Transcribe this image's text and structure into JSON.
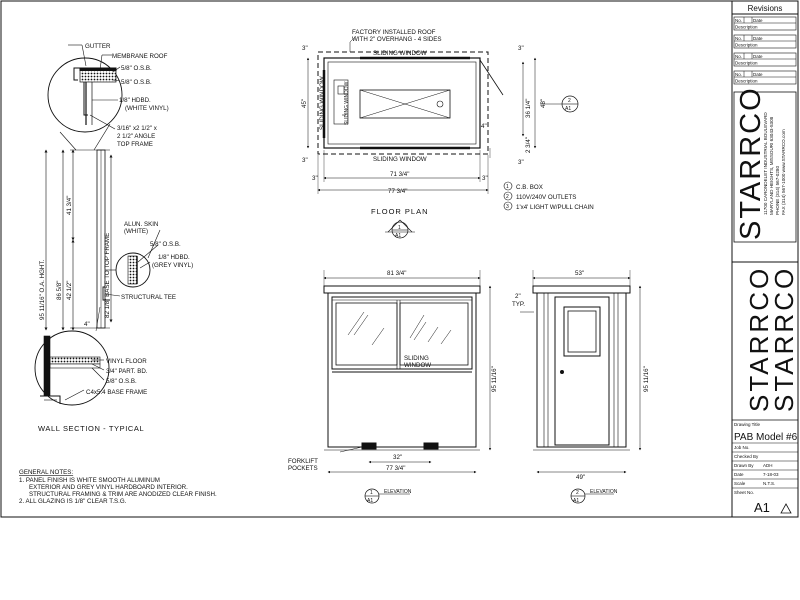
{
  "title_block": {
    "revisions_header": "Revisions",
    "rev_label_no": "No.",
    "rev_label_date": "Date",
    "rev_label_desc": "Description",
    "company_name": "STARRCO",
    "company_address": [
      "11700 CARONDELET INDUSTRIAL BOULEVARD",
      "MARYLAND HEIGHTS, MISSOURI 63043-5308",
      "PHONE (314) 567-0280",
      "FAX (314) 567-1000  www.STARRCO.com"
    ],
    "company_name_2": "STARRCO",
    "drawing_title_label": "Drawing Title",
    "drawing_title": "PAB Model #6",
    "job_no_label": "Job No.",
    "checked_by_label": "Checked By",
    "drawn_by_label": "Drawn By",
    "drawn_by": "ADH",
    "date_label": "Date",
    "date": "7-18-03",
    "scale_label": "Scale",
    "scale": "N.T.S.",
    "sheet_no_label": "Sheet No.",
    "sheet_no": "A1"
  },
  "wall_section": {
    "callouts": [
      "GUTTER",
      "MEMBRANE ROOF",
      "5/8\" O.S.B.",
      "5/8\" O.S.B.",
      "1/8\" HDBD.",
      "(WHITE VINYL)",
      "3/16\" x2 1/2\" x",
      "2 1/2\" ANGLE",
      "TOP FRAME",
      "ALUN. SKIN",
      "(WHITE)",
      "5/8\" O.S.B.",
      "1/8\" HDBD.",
      "(GREY VINYL)",
      "STRUCTURAL TEE",
      "VINYL FLOOR",
      "3/4\" PART. BD.",
      "5/8\" O.S.B.",
      "C4x5.4 BASE FRAME"
    ],
    "dims": [
      "95 11/16\" O.A. HGHT.",
      "86 5/8\"",
      "41 3/4\"",
      "42 1/2\"",
      "82 1/8\" BASE TO TOP FRAME",
      "4\""
    ],
    "title": "WALL SECTION - TYPICAL"
  },
  "floor_plan": {
    "roof_note": [
      "FACTORY INSTALLED ROOF",
      "WITH 2\" OVERHANG - 4 SIDES"
    ],
    "window_labels": [
      "SLIDING WINDOW",
      "SLIDING WINDOW",
      "SLIDING WINDOW",
      "SLIDING WINDOW"
    ],
    "dims": [
      "3\"",
      "3\"",
      "45\"",
      "48\"",
      "36 1/4\"",
      "4\"",
      "2 3/4\"",
      "3\"",
      "3\"",
      "71 3/4\"",
      "3\"",
      "77 3/4\"",
      "3\""
    ],
    "legend": [
      "C.B. BOX",
      "110V/240V OUTLETS",
      "1'x4' LIGHT W/PULL CHAIN"
    ],
    "legend_marks": [
      "1",
      "2",
      "3"
    ],
    "title": "FLOOR PLAN",
    "tag_num": "1",
    "tag_sheet": "A1",
    "side_tag_num": "2",
    "side_tag_sheet": "A1"
  },
  "front_elevation": {
    "dims": [
      "81 3/4\"",
      "95 11/16\"",
      "32\"",
      "77 3/4\""
    ],
    "window_label": [
      "SLIDING",
      "WINDOW"
    ],
    "forklift_label": [
      "FORKLIFT",
      "POCKETS"
    ],
    "tag_num": "1",
    "tag_sheet": "A1",
    "title": "ELEVATION"
  },
  "side_elevation": {
    "dims": [
      "53\"",
      "2\"",
      "TYP.",
      "95 11/16\"",
      "49\""
    ],
    "tag_num": "2",
    "tag_sheet": "A1",
    "title": "ELEVATION"
  },
  "general_notes": {
    "heading": "GENERAL NOTES:",
    "lines": [
      "1. PANEL FINISH IS WHITE SMOOTH ALUMINUM",
      "   EXTERIOR AND GREY VINYL HARDBOARD INTERIOR.",
      "   STRUCTURAL FRAMING & TRIM ARE ANODIZED CLEAR FINISH.",
      "2. ALL GLAZING IS 1/8\" CLEAR T.S.G."
    ]
  }
}
